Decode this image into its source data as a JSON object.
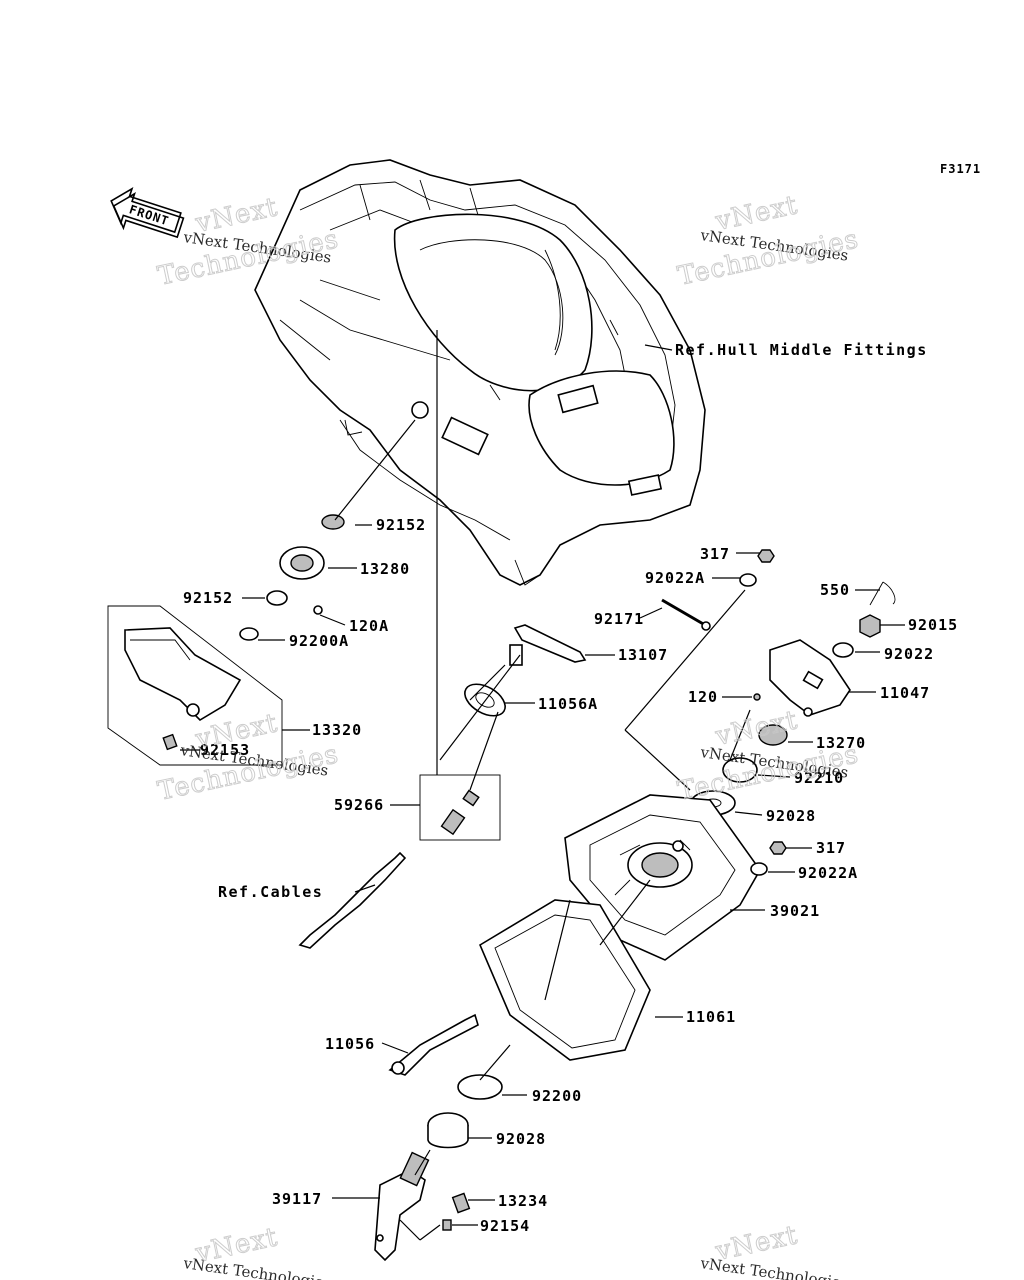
{
  "figure_code": "F3171",
  "front_arrow_label": "FRONT",
  "references": {
    "hull": "Ref.Hull Middle Fittings",
    "cables": "Ref.Cables"
  },
  "watermark": {
    "line1": "vNext Technologies",
    "line2": "Technologies",
    "line3": "vNext"
  },
  "parts": [
    {
      "id": "p_92152a",
      "label": "92152"
    },
    {
      "id": "p_13280",
      "label": "13280"
    },
    {
      "id": "p_92152b",
      "label": "92152"
    },
    {
      "id": "p_120A",
      "label": "120A"
    },
    {
      "id": "p_92200A",
      "label": "92200A"
    },
    {
      "id": "p_13320",
      "label": "13320"
    },
    {
      "id": "p_92153",
      "label": "92153"
    },
    {
      "id": "p_59266",
      "label": "59266"
    },
    {
      "id": "p_317a",
      "label": "317"
    },
    {
      "id": "p_92022Aa",
      "label": "92022A"
    },
    {
      "id": "p_92171",
      "label": "92171"
    },
    {
      "id": "p_13107",
      "label": "13107"
    },
    {
      "id": "p_11056A",
      "label": "11056A"
    },
    {
      "id": "p_550",
      "label": "550"
    },
    {
      "id": "p_92015",
      "label": "92015"
    },
    {
      "id": "p_92022",
      "label": "92022"
    },
    {
      "id": "p_120",
      "label": "120"
    },
    {
      "id": "p_11047",
      "label": "11047"
    },
    {
      "id": "p_13270",
      "label": "13270"
    },
    {
      "id": "p_92210",
      "label": "92210"
    },
    {
      "id": "p_92028a",
      "label": "92028"
    },
    {
      "id": "p_317b",
      "label": "317"
    },
    {
      "id": "p_92022Ab",
      "label": "92022A"
    },
    {
      "id": "p_39021",
      "label": "39021"
    },
    {
      "id": "p_11061",
      "label": "11061"
    },
    {
      "id": "p_11056",
      "label": "11056"
    },
    {
      "id": "p_92200",
      "label": "92200"
    },
    {
      "id": "p_92028b",
      "label": "92028"
    },
    {
      "id": "p_39117",
      "label": "39117"
    },
    {
      "id": "p_13234",
      "label": "13234"
    },
    {
      "id": "p_92154",
      "label": "92154"
    }
  ]
}
